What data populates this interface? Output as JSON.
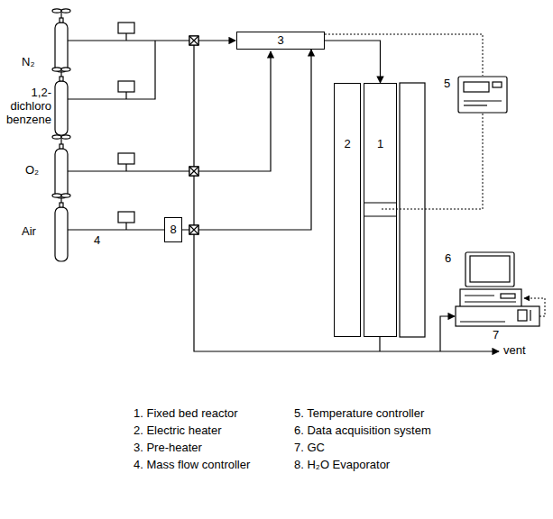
{
  "diagram": {
    "nodes": [
      {
        "text": [
          "3"
        ]
      },
      {
        "text": [
          "8"
        ]
      },
      {
        "text": [
          "2"
        ]
      },
      {
        "text": [
          "1"
        ]
      }
    ],
    "edges": [
      {
        "from": 1,
        "to": 0,
        "arrow": "to"
      },
      {
        "from": 0,
        "to": 3,
        "arrow": "to"
      }
    ],
    "labels": [
      "N₂",
      "1,2-dichloro benzene",
      "O₂",
      "Air",
      "4",
      "5",
      "6",
      "7",
      "vent",
      "1. Fixed bed reactor",
      "2. Electric heater",
      "3. Pre-heater",
      "4. Mass flow controller",
      "5. Temperature controller",
      "6. Data acquisition system",
      "7. GC",
      "8. H₂O Evaporator"
    ]
  }
}
